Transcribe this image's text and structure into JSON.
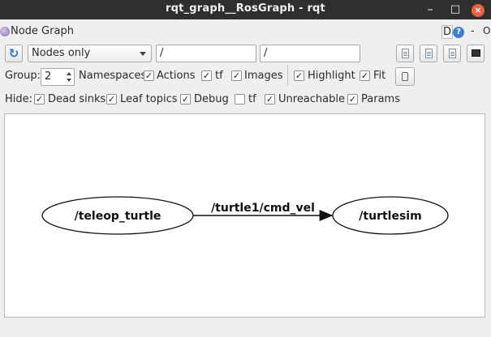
{
  "window": {
    "title": "rqt_graph__RosGraph - rqt",
    "minimize": "–",
    "maximize": "□",
    "close": "×"
  },
  "dock": {
    "title": "Node Graph",
    "d_label": "D",
    "help": "?",
    "min": "-",
    "float": "O"
  },
  "toolbar": {
    "refresh_icon": "refresh-icon",
    "mode": {
      "selected": "Nodes only"
    },
    "filter1": "/",
    "filter2": "/"
  },
  "group_row": {
    "group_label": "Group:",
    "group_value": "2",
    "namespaces_label": "Namespaces",
    "checks": [
      {
        "label": "Actions",
        "checked": true
      },
      {
        "label": "tf",
        "checked": true
      },
      {
        "label": "Images",
        "checked": true
      },
      {
        "label": "Highlight",
        "checked": true
      },
      {
        "label": "Fit",
        "checked": true
      }
    ],
    "namespaces_checked": true
  },
  "hide_row": {
    "hide_label": "Hide:",
    "checks": [
      {
        "label": "Dead sinks",
        "checked": true
      },
      {
        "label": "Leaf topics",
        "checked": true
      },
      {
        "label": "Debug",
        "checked": true
      },
      {
        "label": "tf",
        "checked": false
      },
      {
        "label": "Unreachable",
        "checked": true
      },
      {
        "label": "Params",
        "checked": true
      }
    ]
  },
  "graph": {
    "nodes": [
      {
        "label": "/teleop_turtle"
      },
      {
        "label": "/turtlesim"
      }
    ],
    "edges": [
      {
        "from": "/teleop_turtle",
        "to": "/turtlesim",
        "label": "/turtle1/cmd_vel"
      }
    ]
  },
  "colors": {
    "titlebar": "#2f2f2f",
    "close": "#e8633a",
    "accent": "#2e78c7"
  }
}
